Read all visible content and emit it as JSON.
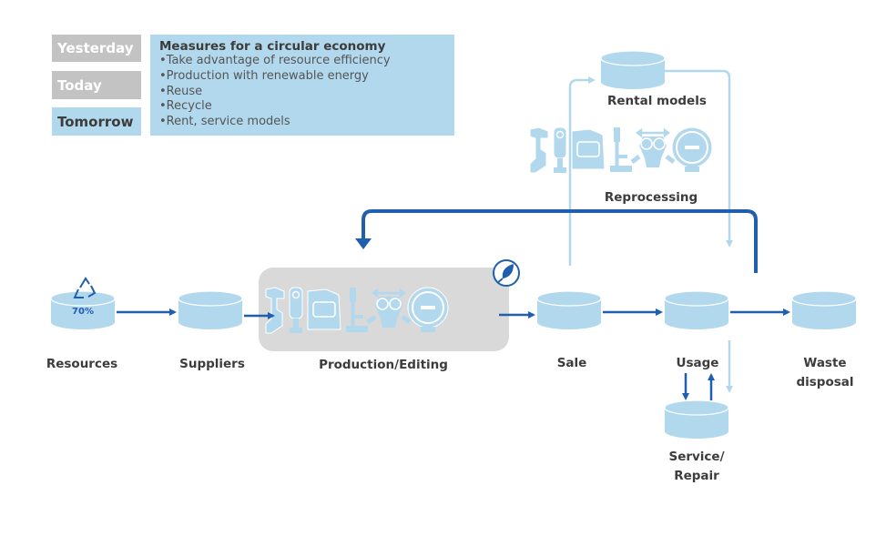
{
  "legend": {
    "eras": [
      {
        "label": "Yesterday",
        "state": "past"
      },
      {
        "label": "Today",
        "state": "past"
      },
      {
        "label": "Tomorrow",
        "state": "active"
      }
    ],
    "measures": {
      "title": "Measures for a circular economy",
      "items": [
        "Take advantage of resource efficiency",
        "Production with renewable energy",
        "Reuse",
        "Recycle",
        "Rent, service models"
      ]
    }
  },
  "colors": {
    "dark_blue": "#1f5fae",
    "light_blue": "#b2d8ee",
    "grey_panel": "#d9d9d9",
    "text": "#3c3c3c"
  },
  "nodes": {
    "resources": {
      "label": "Resources",
      "badge": "70%",
      "icon": "recycle-icon"
    },
    "suppliers": {
      "label": "Suppliers"
    },
    "production": {
      "label": "Production/Editing",
      "icon": "green-energy-leaf-plug-icon"
    },
    "sale": {
      "label": "Sale"
    },
    "usage": {
      "label": "Usage"
    },
    "waste": {
      "label_line1": "Waste",
      "label_line2": "disposal"
    },
    "service": {
      "label_line1": "Service/",
      "label_line2": "Repair"
    },
    "rental": {
      "label": "Rental models"
    },
    "reprocessing": {
      "label": "Reprocessing"
    }
  },
  "product_icons": [
    "microscope-icon",
    "camera-icon",
    "monitor-device-icon",
    "stand-icon",
    "gas-mask-icon",
    "gauge-icon"
  ]
}
